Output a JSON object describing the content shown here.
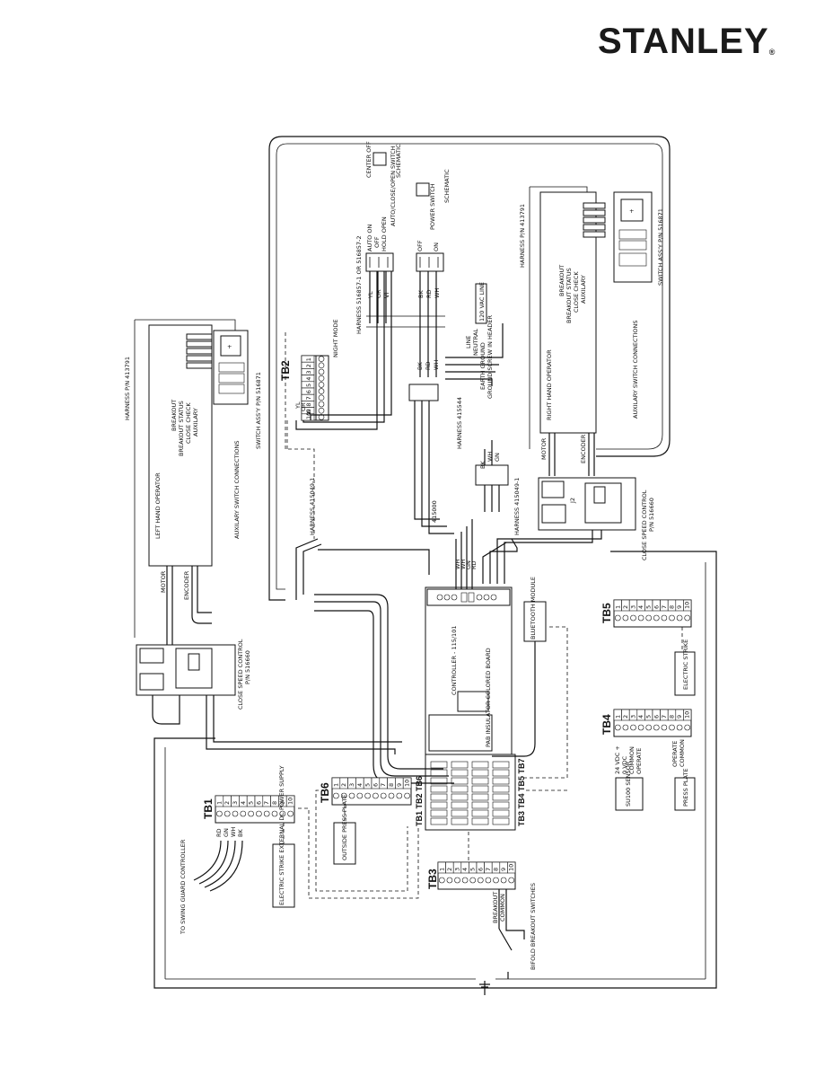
{
  "brand": {
    "name": "STANLEY",
    "mark": "®"
  },
  "left_operator": {
    "harness": "HARNESS P/N 413791",
    "title": "LEFT HAND OPERATOR",
    "switch_labels": [
      "BREAKOUT",
      "BREAKOUT STATUS",
      "CLOSE CHECK",
      "AUXILARY"
    ],
    "aux_connections": "AUXILARY SWITCH CONNECTIONS",
    "switch_assy": "SWITCH ASS'Y P/N 516871",
    "motor": "MOTOR",
    "encoder": "ENCODER",
    "speed_control": "CLOSE SPEED CONTROL",
    "speed_pn": "P/N 516660"
  },
  "right_operator": {
    "harness": "HARNESS P/N 413791",
    "title": "RIGHT HAND OPERATOR",
    "switch_labels": [
      "BREAKOUT",
      "BREAKOUT STATUS",
      "CLOSE CHECK",
      "AUXILARY"
    ],
    "aux_connections": "AUXILARY SWITCH CONNECTIONS",
    "switch_assy": "SWITCH ASS'Y P/N 516871",
    "motor": "MOTOR",
    "encoder": "ENCODER",
    "speed_control": "CLOSE SPEED CONTROL",
    "speed_pn": "P/N 516660",
    "j2": "J2"
  },
  "switches": {
    "center_off": "CENTER OFF",
    "schematic": "SCHEMATIC",
    "auto_switch": "AUTO/CLOSE/OPEN SWITCH",
    "auto_pos": [
      "AUTO ON",
      "OFF",
      "HOLD OPEN"
    ],
    "power_switch": "POWER SWITCH",
    "power_pos": [
      "OFF",
      "ON"
    ],
    "harness_sw": "HARNESS 516857-1 OR 516857-2",
    "wires_auto": [
      "YL",
      "OR",
      "VI"
    ],
    "wires_power": [
      "BK",
      "RD",
      "WH"
    ]
  },
  "power": {
    "line": "LINE",
    "neutral": "NEUTRAL",
    "earth": "EARTH GROUND",
    "ground_screw": "GROUND SCREW IN HEADER",
    "vac": "120 VAC LINE",
    "harness_415544": "HARNESS 415544",
    "harness_415049": "HARNESS 415049-1",
    "harness_415000": "415000",
    "conn_wires": [
      "BK",
      "WH",
      "GN"
    ],
    "ctrl_wires": [
      "WH",
      "WH",
      "GN",
      "RD"
    ]
  },
  "controller": {
    "title": "CONTROLLER - 115/101",
    "label_note": "PAB INSULATOR COLORED BOARD",
    "bluetooth": "BLUETOOTH MODULE",
    "tb_labels_top": "TB1 TB2 TB6",
    "tb_labels_bot": "TB3 TB4 TB5 TB7"
  },
  "tb2": {
    "label": "TB2",
    "wires": [
      "YL",
      "OR",
      "VI"
    ],
    "night": "NIGHT MODE",
    "pins": [
      "1",
      "2",
      "3",
      "4",
      "5",
      "6",
      "7",
      "8",
      "9",
      "10"
    ]
  },
  "tb1": {
    "label": "TB1",
    "wires": [
      "RD",
      "GN",
      "WH",
      "BK"
    ],
    "guard": "TO SWING GUARD CONTROLLER",
    "strike": "ELECTRIC STRIKE EXTERNAL DC POWER SUPPLY",
    "pins": [
      "1",
      "2",
      "3",
      "4",
      "5",
      "6",
      "7",
      "8",
      "9",
      "10"
    ]
  },
  "tb6": {
    "label": "TB6",
    "device": "OUTSIDE PRESS PLATE",
    "pins": [
      "1",
      "2",
      "3",
      "4",
      "5",
      "6",
      "7",
      "8",
      "9",
      "10"
    ]
  },
  "tb3": {
    "label": "TB3",
    "terms": [
      "BREAKOUT",
      "COMMON"
    ],
    "device": "BIFOLD BREAKOUT SWITCHES",
    "pins": [
      "1",
      "2",
      "3",
      "4",
      "5",
      "6",
      "7",
      "8",
      "9",
      "10"
    ]
  },
  "tb4": {
    "label": "TB4",
    "terms1": [
      "24 VDC +",
      "0 VDC",
      "COMMON",
      "OPERATE"
    ],
    "device1": "SU100 SENSOR",
    "terms2": [
      "OPERATE",
      "COMMON"
    ],
    "device2": "PRESS PLATE",
    "pins": [
      "1",
      "2",
      "3",
      "4",
      "5",
      "6",
      "7",
      "8",
      "9",
      "10"
    ]
  },
  "tb5": {
    "label": "TB5",
    "device": "ELECTRIC STRIKE",
    "pins": [
      "1",
      "2",
      "3",
      "4",
      "5",
      "6",
      "7",
      "8",
      "9",
      "10"
    ]
  }
}
